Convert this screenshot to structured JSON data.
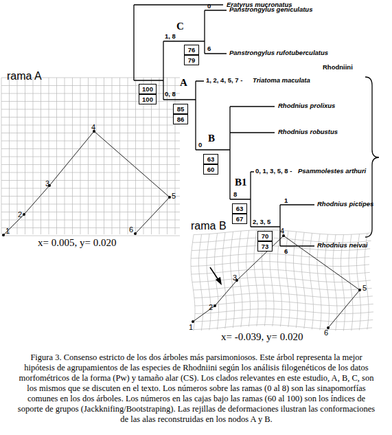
{
  "diagram": {
    "caption": "Figura 3. Consenso estricto de los dos árboles más parsimoniosos. Este árbol representa la mejor hipótesis de agrupamientos de las especies de Rhodniini según los análisis filogenéticos de los datos morfométricos de la forma (Pw) y tamaño alar (CS). Los clados relevantes en este estudio, A, B, C, son los mismos que se discuten en el texto. Los números sobre las ramas (0 al 8) son las sinapomorfías comunes en los dos árboles. Los números en las cajas bajo las ramas (60 al 100) son los índices de soporte de grupos (Jackknifing/Bootstraping). Las rejillas de deformaciones ilustran las conformaciones de las alas reconstruidas en los nodos A y B.",
    "nodes": [
      {
        "text": [
          "76"
        ]
      },
      {
        "text": [
          "79"
        ]
      },
      {
        "text": [
          "100"
        ]
      },
      {
        "text": [
          "100"
        ]
      },
      {
        "text": [
          "85"
        ]
      },
      {
        "text": [
          "86"
        ]
      },
      {
        "text": [
          "63"
        ]
      },
      {
        "text": [
          "60"
        ]
      },
      {
        "text": [
          "63"
        ]
      },
      {
        "text": [
          "67"
        ]
      },
      {
        "text": [
          "70"
        ]
      },
      {
        "text": [
          "73"
        ]
      }
    ],
    "labels": [
      "Eratyrus mucronatus",
      "C",
      "1, 8",
      "0",
      "Panstrongylus geniculatus",
      "6",
      "Panstrongylus rufotuberculatus",
      "1, 2, 4, 5, 7 -",
      "Triatoma maculata",
      "A",
      "0, 8",
      "Rhodnius prolixus",
      "Rhodniini",
      "Rhodnius robustus",
      "B",
      "0",
      "8",
      "B1",
      "0, 1, 3, 5, 8 -",
      "Psammolestes arthuri",
      "1",
      "Rhodnius pictipes",
      "2, 3, 5",
      "6",
      "Rhodnius neivai",
      "rama A",
      "1",
      "2",
      "3",
      "4",
      "5",
      "6",
      "x= 0.005, y= 0.020",
      "rama B",
      "1",
      "2",
      "3",
      "4",
      "5",
      "6",
      "x= -0.039, y= 0.020"
    ]
  }
}
